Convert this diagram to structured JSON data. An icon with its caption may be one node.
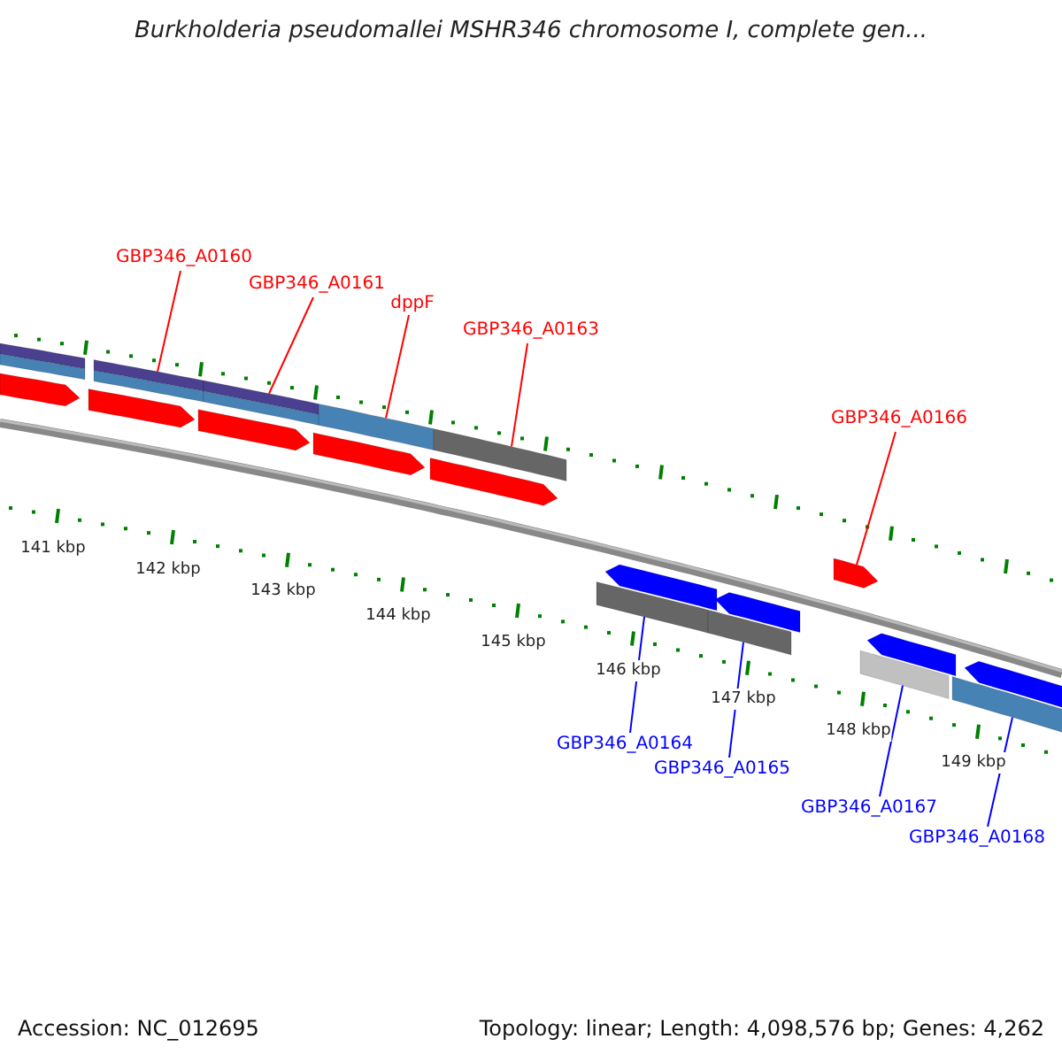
{
  "diagram": {
    "title": "Burkholderia pseudomallei MSHR346 chromosome I, complete gen...",
    "nodes": [
      {
        "text": [
          "GBP346_A0160"
        ]
      },
      {
        "text": [
          "GBP346_A0161"
        ]
      },
      {
        "text": [
          "dppF"
        ]
      },
      {
        "text": [
          "GBP346_A0163"
        ]
      },
      {
        "text": [
          "GBP346_A0166"
        ]
      },
      {
        "text": [
          "GBP346_A0164"
        ]
      },
      {
        "text": [
          "GBP346_A0165"
        ]
      },
      {
        "text": [
          "GBP346_A0167"
        ]
      },
      {
        "text": [
          "GBP346_A0168"
        ]
      },
      {
        "text": [],
        "shape": "bar"
      },
      {
        "text": [],
        "shape": "bar"
      },
      {
        "text": [],
        "shape": "bar"
      },
      {
        "text": [],
        "shape": "bar"
      },
      {
        "text": [],
        "shape": "bar"
      },
      {
        "text": [],
        "shape": "bar"
      },
      {
        "text": [],
        "shape": "bar"
      },
      {
        "text": [],
        "shape": "bar"
      },
      {
        "text": [],
        "shape": "bar"
      },
      {
        "text": [],
        "shape": "bar"
      },
      {
        "text": [],
        "shape": "bar"
      },
      {
        "text": [],
        "shape": "bar"
      },
      {
        "text": [],
        "shape": "bar"
      },
      {
        "text": [],
        "shape": "bar"
      },
      {
        "text": [],
        "shape": "bar"
      },
      {
        "text": [],
        "shape": "bar"
      },
      {
        "text": [],
        "shape": "bar"
      },
      {
        "text": [],
        "shape": "bar"
      },
      {
        "text": [],
        "shape": "bar"
      },
      {
        "text": [],
        "shape": "bar"
      },
      {
        "text": [],
        "shape": "bar"
      },
      {
        "text": [],
        "shape": "bar"
      }
    ],
    "edges": [
      {
        "from": 0,
        "to": 9,
        "arrow": "none"
      },
      {
        "from": 1,
        "to": 10,
        "arrow": "none"
      },
      {
        "from": 2,
        "to": 11,
        "arrow": "none"
      },
      {
        "from": 3,
        "to": 12,
        "arrow": "none"
      },
      {
        "from": 4,
        "to": 13,
        "arrow": "none"
      },
      {
        "from": 5,
        "to": 14,
        "arrow": "none",
        "color": "#0000ff"
      },
      {
        "from": 6,
        "to": 15,
        "arrow": "none",
        "color": "#0000ff"
      },
      {
        "from": 7,
        "to": 16,
        "arrow": "none",
        "color": "#0000ff"
      },
      {
        "from": 8,
        "to": 17,
        "arrow": "none",
        "color": "#0000ff"
      }
    ],
    "labels": [
      "141 kbp",
      "142 kbp",
      "143 kbp",
      "144 kbp",
      "145 kbp",
      "146 kbp",
      "147 kbp",
      "148 kbp",
      "149 kbp",
      "Accession: NC_012695",
      "Topology: linear; Length: 4,098,576 bp; Genes: 4,262"
    ]
  }
}
